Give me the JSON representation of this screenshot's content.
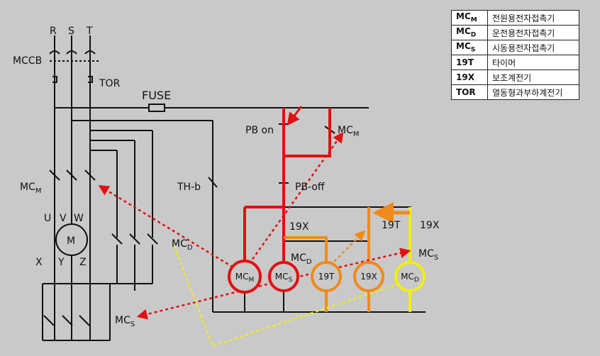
{
  "phases": {
    "r": "R",
    "s": "S",
    "t": "T"
  },
  "labels": {
    "mccb": "MCCB",
    "tor": "TOR",
    "fuse": "FUSE",
    "mcm_main": "MC",
    "mcm_main_sub": "M",
    "motor": "M",
    "u": "U",
    "v": "V",
    "w": "W",
    "x": "X",
    "y": "Y",
    "z": "Z",
    "mcd_contact": "MC",
    "mcd_contact_sub": "D",
    "mcs_contact": "MC",
    "mcs_contact_sub": "S",
    "thb": "TH-b",
    "pbon": "PB on",
    "mcm_aux": "MC",
    "mcm_aux_sub": "M",
    "pboff": "PB-off",
    "x19_left": "19X",
    "mcd_aux": "MC",
    "mcd_aux_sub": "D",
    "t19_contact": "19T",
    "x19_right": "19X",
    "mcs_aux": "MC",
    "mcs_aux_sub": "S"
  },
  "coils": [
    {
      "base": "MC",
      "sub": "M",
      "color": "#e01010"
    },
    {
      "base": "MC",
      "sub": "S",
      "color": "#e01010"
    },
    {
      "base": "19T",
      "sub": "",
      "color": "#f08a1a"
    },
    {
      "base": "19X",
      "sub": "",
      "color": "#f08a1a"
    },
    {
      "base": "MC",
      "sub": "D",
      "color": "#f2ee10"
    }
  ],
  "legend": [
    {
      "sym": "MC",
      "sub": "M",
      "desc": "전원용전자접촉기"
    },
    {
      "sym": "MC",
      "sub": "D",
      "desc": "운전용전자접촉기"
    },
    {
      "sym": "MC",
      "sub": "S",
      "desc": "시동용전자접촉기"
    },
    {
      "sym": "19T",
      "sub": "",
      "desc": "타이머"
    },
    {
      "sym": "19X",
      "sub": "",
      "desc": "보조계전기"
    },
    {
      "sym": "TOR",
      "sub": "",
      "desc": "열동형과부하계전기"
    }
  ],
  "colors": {
    "wire": "#111111",
    "red": "#e01010",
    "orange": "#f08a1a",
    "yellow": "#f2ee10",
    "background": "#c9c9c9"
  }
}
